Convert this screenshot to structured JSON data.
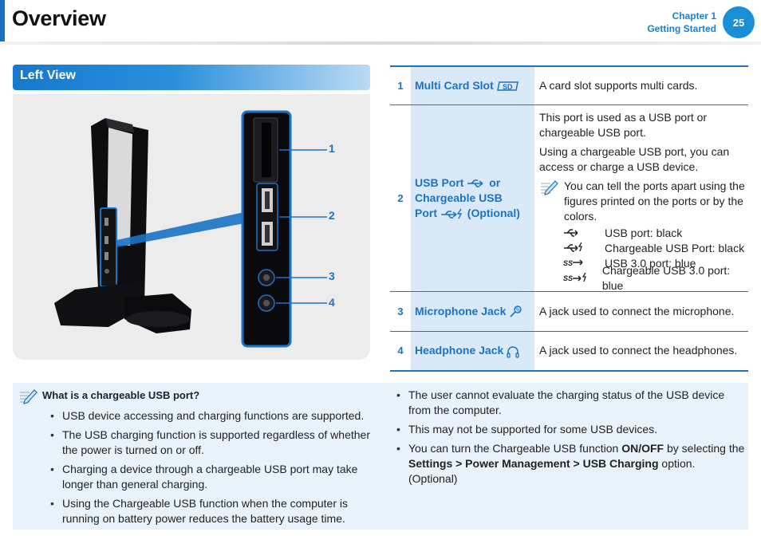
{
  "header": {
    "title": "Overview",
    "chapter": "Chapter 1",
    "chapter_title": "Getting Started",
    "page_number": "25"
  },
  "left_view": {
    "heading": "Left View",
    "callouts": [
      "1",
      "2",
      "3",
      "4"
    ]
  },
  "table": {
    "rows": [
      {
        "num": "1",
        "name": "Multi Card Slot",
        "icon": "sd-card-icon",
        "desc": "A card slot supports multi cards."
      },
      {
        "num": "2",
        "name_a": "USB Port",
        "name_or": "or",
        "name_b": "Chargeable USB",
        "name_c": "Port",
        "name_opt": "(Optional)",
        "desc_p1": "This port is used as a USB port or chargeable USB port.",
        "desc_p2": "Using a chargeable USB port, you can access or charge a USB device.",
        "note": "You can tell the ports apart using the figures printed on the ports or by the colors.",
        "usb_types": [
          {
            "icon": "usb-icon",
            "label": "USB port: black"
          },
          {
            "icon": "chargeable-usb-icon",
            "label": "Chargeable USB Port: black"
          },
          {
            "icon": "usb3-icon",
            "label": "USB 3.0 port: blue"
          },
          {
            "icon": "chargeable-usb3-icon",
            "label": "Chargeable USB 3.0 port: blue"
          }
        ]
      },
      {
        "num": "3",
        "name": "Microphone Jack",
        "icon": "microphone-icon",
        "desc": "A jack used to connect the microphone."
      },
      {
        "num": "4",
        "name": "Headphone Jack",
        "icon": "headphone-icon",
        "desc": "A jack used to connect the headphones."
      }
    ]
  },
  "note": {
    "title": "What is a chargeable USB port?",
    "left_items": [
      "USB device accessing and charging functions are supported.",
      "The USB charging function is supported regardless of whether the power is turned on or off.",
      "Charging a device through a chargeable USB port may take longer than general charging.",
      "Using the Chargeable USB function when the computer is running on battery power reduces the battery usage time."
    ],
    "right_items": [
      "The user cannot evaluate the charging status of the USB device from the computer.",
      "This may not be supported for some USB devices."
    ],
    "right_item3": {
      "a": "You can turn the Chargeable USB function ",
      "b": "ON/OFF",
      "c": " by selecting the ",
      "d": "Settings > Power Management > USB Charging",
      "e": " option. (Optional)"
    }
  },
  "colors": {
    "accent": "#1a73c6",
    "panel": "#ececec",
    "note_bg": "#e8f2fb",
    "name_cell": "#d9e9f7"
  }
}
